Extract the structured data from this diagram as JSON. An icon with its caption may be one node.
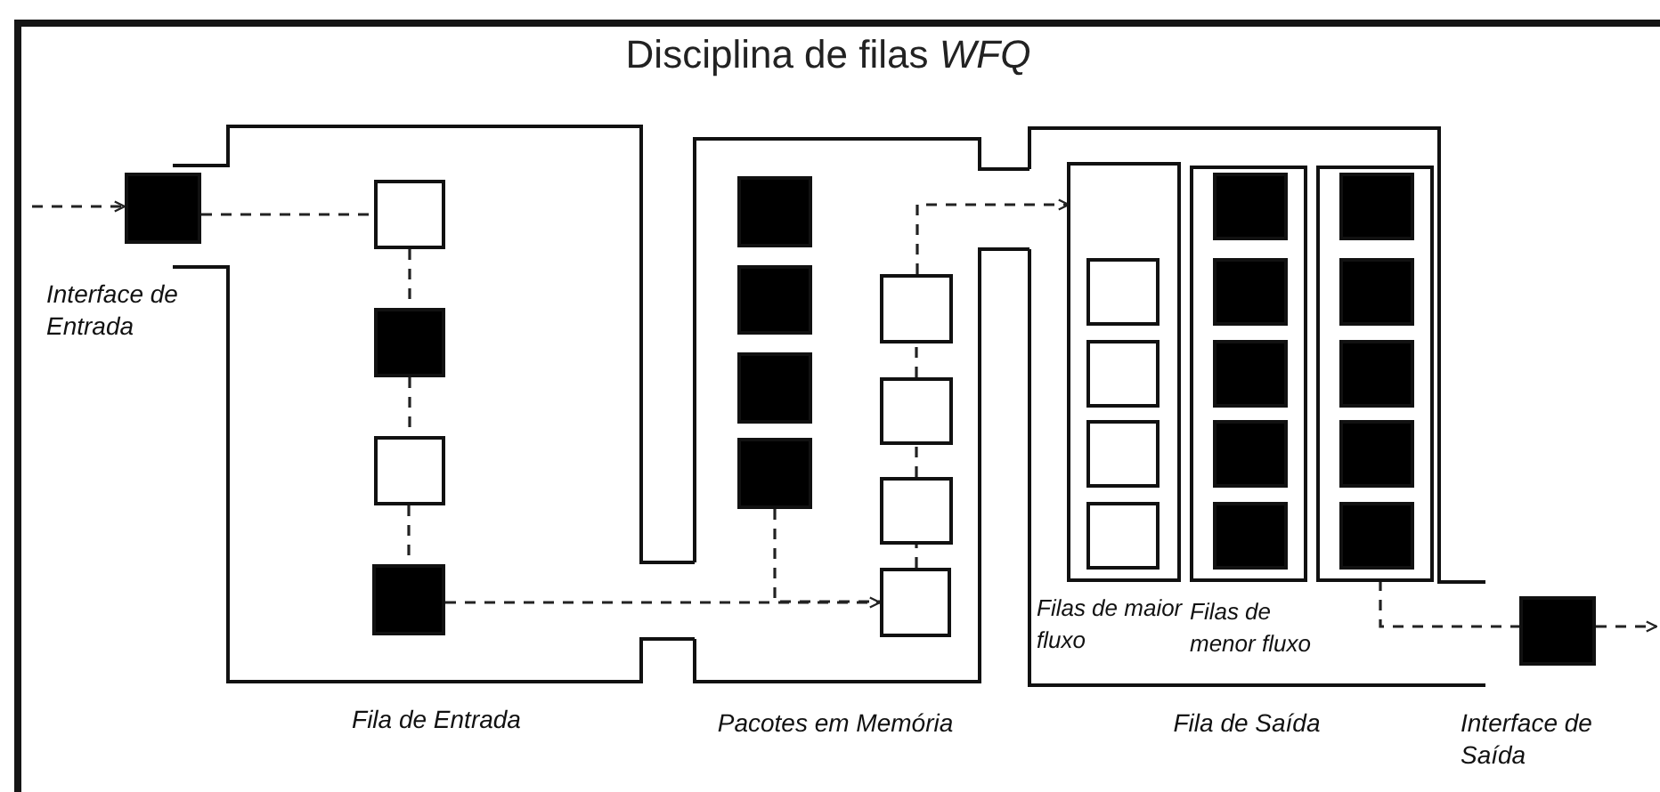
{
  "diagram": {
    "title": "Disciplina de filas *WFQ*",
    "nodes": [
      {
        "text": [],
        "shape": "box",
        "beside": [
          "Interface de Entrada"
        ]
      },
      {
        "text": [
          "Fila de Entrada"
        ]
      },
      {
        "text": [],
        "shape": "box",
        "in": 1
      },
      {
        "text": [],
        "shape": "box",
        "in": 1
      },
      {
        "text": [],
        "shape": "box",
        "in": 1
      },
      {
        "text": [],
        "shape": "box",
        "in": 1
      },
      {
        "text": [
          "Pacotes em Memória"
        ]
      },
      {
        "text": [],
        "shape": "box",
        "in": 6
      },
      {
        "text": [],
        "shape": "box",
        "in": 6
      },
      {
        "text": [],
        "shape": "box",
        "in": 6
      },
      {
        "text": [],
        "shape": "box",
        "in": 6
      },
      {
        "text": [],
        "shape": "box",
        "in": 6
      },
      {
        "text": [],
        "shape": "box",
        "in": 6
      },
      {
        "text": [],
        "shape": "box",
        "in": 6
      },
      {
        "text": [],
        "shape": "box",
        "in": 6
      },
      {
        "text": [
          "Fila de Saída"
        ]
      },
      {
        "text": [
          "Filas de maior fluxo"
        ],
        "in": 15
      },
      {
        "text": [],
        "shape": "box",
        "in": 16
      },
      {
        "text": [],
        "shape": "box",
        "in": 16
      },
      {
        "text": [],
        "shape": "box",
        "in": 16
      },
      {
        "text": [],
        "shape": "box",
        "in": 16
      },
      {
        "text": [
          "Filas de menor fluxo"
        ],
        "in": 15
      },
      {
        "text": [],
        "shape": "box",
        "in": 15
      },
      {
        "text": [],
        "shape": "box",
        "in": 21
      },
      {
        "text": [],
        "shape": "box",
        "in": 21
      },
      {
        "text": [],
        "shape": "box",
        "in": 21
      },
      {
        "text": [],
        "shape": "box",
        "in": 21
      },
      {
        "text": [],
        "shape": "box",
        "in": 21
      },
      {
        "text": [],
        "shape": "box",
        "in": 22
      },
      {
        "text": [],
        "shape": "box",
        "in": 22
      },
      {
        "text": [],
        "shape": "box",
        "in": 22
      },
      {
        "text": [],
        "shape": "box",
        "in": 22
      },
      {
        "text": [],
        "shape": "box",
        "in": 22
      },
      {
        "text": [],
        "shape": "box",
        "beside": [
          "Interface de Saída"
        ]
      }
    ],
    "edges": [
      {
        "from": null,
        "to": 0,
        "arrow": "to",
        "style": "dashed"
      },
      {
        "from": 0,
        "to": 2,
        "arrow": "none",
        "style": "dashed"
      },
      {
        "from": 2,
        "to": 3,
        "arrow": "none",
        "style": "dashed"
      },
      {
        "from": 3,
        "to": 4,
        "arrow": "none",
        "style": "dashed"
      },
      {
        "from": 4,
        "to": 5,
        "arrow": "none",
        "style": "dashed"
      },
      {
        "from": 5,
        "to": 14,
        "arrow": "to",
        "style": "dashed"
      },
      {
        "from": 10,
        "to": 14,
        "arrow": "none",
        "style": "dashed"
      },
      {
        "from": 14,
        "to": 13,
        "arrow": "none",
        "style": "dashed"
      },
      {
        "from": 13,
        "to": 12,
        "arrow": "none",
        "style": "dashed"
      },
      {
        "from": 12,
        "to": 11,
        "arrow": "none",
        "style": "dashed"
      },
      {
        "from": 11,
        "to": 16,
        "arrow": "to",
        "style": "dashed"
      },
      {
        "from": 22,
        "to": 33,
        "arrow": "none",
        "style": "dashed"
      },
      {
        "from": 33,
        "to": null,
        "arrow": "to",
        "style": "dashed"
      }
    ]
  }
}
